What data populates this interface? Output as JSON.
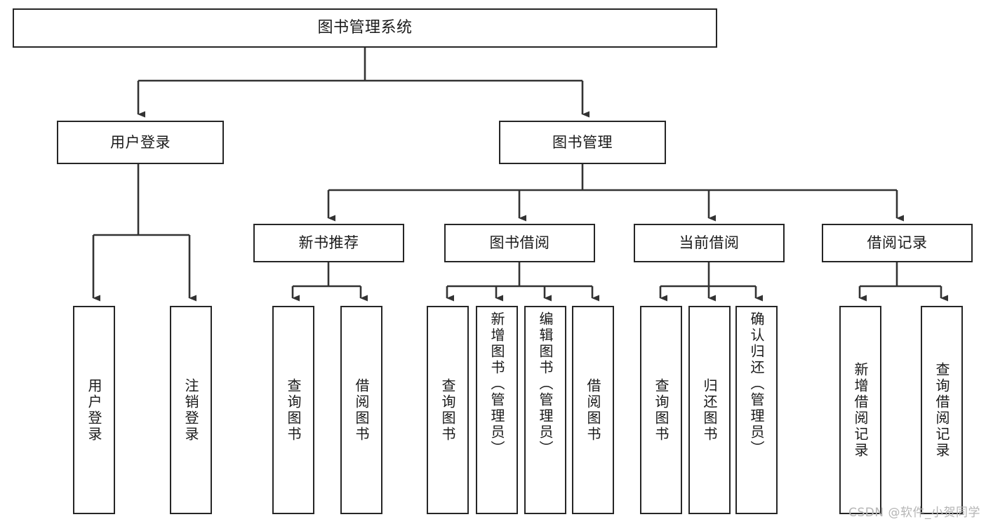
{
  "diagram": {
    "type": "tree",
    "title": "图书管理系统",
    "root": {
      "id": "root",
      "label": "图书管理系统",
      "orientation": "horizontal"
    },
    "tier2": [
      {
        "id": "user-login",
        "label": "用户登录",
        "orientation": "horizontal"
      },
      {
        "id": "book-manage",
        "label": "图书管理",
        "orientation": "horizontal"
      }
    ],
    "tier3": [
      {
        "id": "new-book-rec",
        "label": "新书推荐",
        "orientation": "horizontal",
        "parent": "book-manage"
      },
      {
        "id": "book-borrow",
        "label": "图书借阅",
        "orientation": "horizontal",
        "parent": "book-manage"
      },
      {
        "id": "current-borrow",
        "label": "当前借阅",
        "orientation": "horizontal",
        "parent": "book-manage"
      },
      {
        "id": "borrow-record",
        "label": "借阅记录",
        "orientation": "horizontal",
        "parent": "book-manage"
      }
    ],
    "leaves": [
      {
        "id": "leaf-user-login",
        "label": "用户登录",
        "parent": "user-login"
      },
      {
        "id": "leaf-logout",
        "label": "注销登录",
        "parent": "user-login"
      },
      {
        "id": "leaf-query-book-rec",
        "label": "查询图书",
        "parent": "new-book-rec"
      },
      {
        "id": "leaf-borrow-book-rec",
        "label": "借阅图书",
        "parent": "new-book-rec"
      },
      {
        "id": "leaf-query-book-borrow",
        "label": "查询图书",
        "parent": "book-borrow"
      },
      {
        "id": "leaf-add-book",
        "label": "新增图书（管理员）",
        "parent": "book-borrow"
      },
      {
        "id": "leaf-edit-book",
        "label": "编辑图书（管理员）",
        "parent": "book-borrow"
      },
      {
        "id": "leaf-borrow-book",
        "label": "借阅图书",
        "parent": "book-borrow"
      },
      {
        "id": "leaf-query-book-cur",
        "label": "查询图书",
        "parent": "current-borrow"
      },
      {
        "id": "leaf-return-book",
        "label": "归还图书",
        "parent": "current-borrow"
      },
      {
        "id": "leaf-confirm-return",
        "label": "确认归还（管理员）",
        "parent": "current-borrow"
      },
      {
        "id": "leaf-add-record",
        "label": "新增借阅记录",
        "parent": "borrow-record"
      },
      {
        "id": "leaf-query-record",
        "label": "查询借阅记录",
        "parent": "borrow-record"
      }
    ],
    "colors": {
      "box_border": "#262626",
      "box_fill": "#ffffff",
      "connector": "#333333",
      "text": "#1a1a1a",
      "background": "#ffffff",
      "watermark": "#b5b5b5"
    }
  },
  "watermark": {
    "text": "CSDN @软件_小贺同学"
  }
}
